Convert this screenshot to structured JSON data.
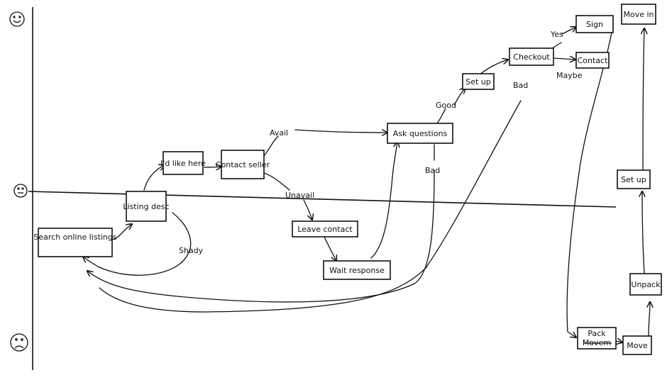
{
  "diagram": {
    "faces": {
      "top": "happy-face-icon",
      "middle": "neutral-face-icon",
      "bottom": "sad-face-icon"
    },
    "nodes": {
      "search_online_listings": "Search online listings",
      "listing_desc": "Listing desc",
      "id_like_here": "I'd like here",
      "contact_seller": "Contact seller",
      "leave_contact": "Leave contact",
      "wait_response": "Wait response",
      "ask_questions": "Ask questions",
      "set_up_top": "Set up",
      "checkout": "Checkout",
      "sign": "Sign",
      "contact": "Contact",
      "move_in": "Move in",
      "set_up_right": "Set up",
      "unpack": "Unpack",
      "pack": "Pack",
      "pack_struck": "Movem",
      "move": "Move"
    },
    "labels": {
      "shady": "Shady",
      "avail": "Avail",
      "unavail": "Unavail",
      "good": "Good",
      "bad_ask": "Bad",
      "bad_checkout": "Bad",
      "yes": "Yes",
      "maybe": "Maybe"
    }
  }
}
